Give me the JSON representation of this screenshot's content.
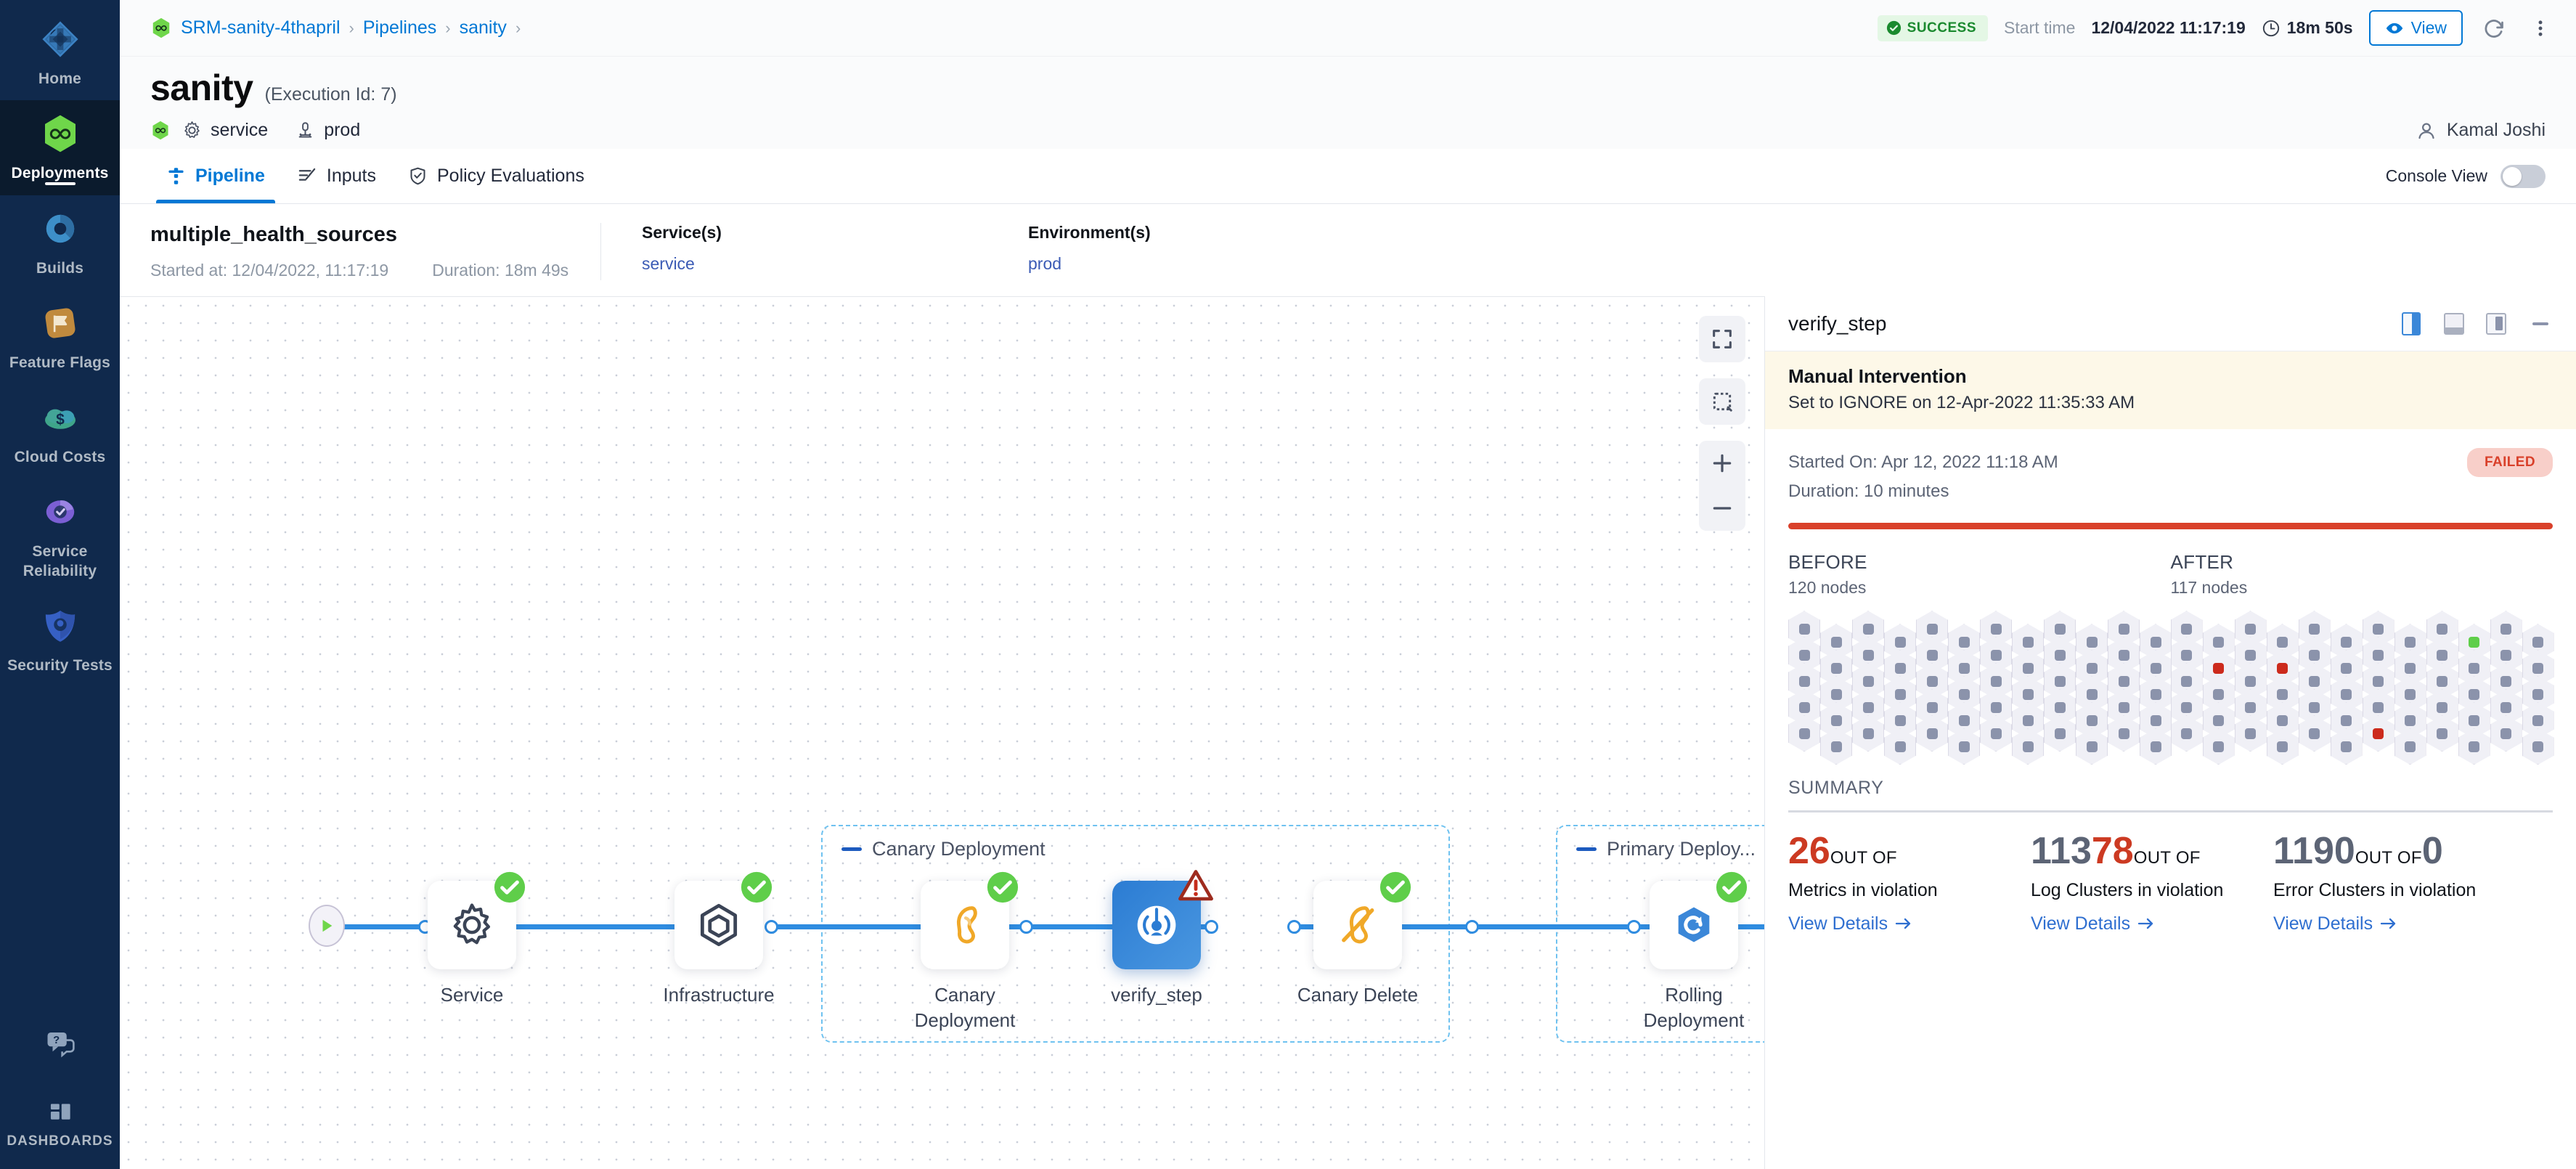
{
  "sidebar": {
    "items": [
      {
        "label": "Home",
        "icon": "home-diamond-icon",
        "active": false
      },
      {
        "label": "Deployments",
        "icon": "deployments-infinity-icon",
        "active": true
      },
      {
        "label": "Builds",
        "icon": "builds-icon",
        "active": false
      },
      {
        "label": "Feature Flags",
        "icon": "feature-flags-icon",
        "active": false
      },
      {
        "label": "Cloud Costs",
        "icon": "cloud-costs-icon",
        "active": false
      },
      {
        "label": "Service Reliability",
        "icon": "service-reliability-icon",
        "active": false
      },
      {
        "label": "Security Tests",
        "icon": "security-tests-shield-icon",
        "active": false
      },
      {
        "label": "",
        "icon": "help-chat-icon",
        "active": false
      },
      {
        "label": "DASHBOARDS",
        "icon": "dashboards-grid-icon",
        "active": false
      }
    ]
  },
  "topbar": {
    "breadcrumbs": [
      "SRM-sanity-4thapril",
      "Pipelines",
      "sanity"
    ],
    "status_badge": "SUCCESS",
    "start_time_label": "Start time",
    "start_time_value": "12/04/2022 11:17:19",
    "duration": "18m 50s",
    "view_button": "View",
    "refresh_icon": "refresh-icon",
    "more_icon": "more-vertical-icon"
  },
  "header": {
    "title": "sanity",
    "execution_id": "(Execution Id: 7)",
    "service_chip": "service",
    "environment_chip": "prod",
    "user": "Kamal Joshi"
  },
  "tabs": [
    {
      "label": "Pipeline",
      "icon": "pipeline-icon",
      "active": true
    },
    {
      "label": "Inputs",
      "icon": "inputs-icon",
      "active": false
    },
    {
      "label": "Policy Evaluations",
      "icon": "policy-shield-check-icon",
      "active": false
    }
  ],
  "console_view": {
    "label": "Console View",
    "on": false
  },
  "infobar": {
    "pipeline_name": "multiple_health_sources",
    "started_at": "Started at: 12/04/2022, 11:17:19",
    "duration": "Duration: 18m 49s",
    "services_header": "Service(s)",
    "services_value": "service",
    "environments_header": "Environment(s)",
    "environments_value": "prod"
  },
  "canvas": {
    "zoom_tools": [
      "fullscreen-icon",
      "select-area-icon",
      "zoom-in-icon",
      "zoom-out-icon"
    ],
    "groups": [
      {
        "label": "Canary Deployment"
      },
      {
        "label": "Primary Deploy..."
      }
    ],
    "nodes": [
      {
        "label": "Service",
        "status": "success",
        "icon": "gear-icon",
        "selected": false
      },
      {
        "label": "Infrastructure",
        "status": "success",
        "icon": "infrastructure-hex-icon",
        "selected": false
      },
      {
        "label": "Canary Deployment",
        "status": "success",
        "icon": "canary-bird-icon",
        "selected": false
      },
      {
        "label": "verify_step",
        "status": "warning",
        "icon": "verify-icon",
        "selected": true
      },
      {
        "label": "Canary Delete",
        "status": "success",
        "icon": "canary-delete-icon",
        "selected": false
      },
      {
        "label": "Rolling Deployment",
        "status": "success",
        "icon": "rolling-deployment-icon",
        "selected": false
      }
    ]
  },
  "panel": {
    "title": "verify_step",
    "layout_icons": [
      "panel-split-icon",
      "panel-bottom-icon",
      "panel-right-icon",
      "minimize-icon"
    ],
    "banner_title": "Manual Intervention",
    "banner_subtitle": "Set to IGNORE on 12-Apr-2022 11:35:33 AM",
    "started_on": "Started On: Apr 12, 2022 11:18 AM",
    "duration": "Duration: 10 minutes",
    "status": "FAILED",
    "before": {
      "header": "BEFORE",
      "nodes": "120 nodes"
    },
    "after": {
      "header": "AFTER",
      "nodes": "117 nodes"
    },
    "summary_header": "SUMMARY",
    "summary": [
      {
        "count": "26",
        "count_color": "red",
        "total": "",
        "out_of": "OUT OF",
        "text": "Metrics in violation",
        "link": "View Details"
      },
      {
        "count": "113",
        "count_color": "gray",
        "total": "78",
        "out_of": "OUT OF",
        "text": "Log Clusters in violation",
        "link": "View Details"
      },
      {
        "count": "1190",
        "count_color": "gray",
        "total": "0",
        "out_of": "OUT OF",
        "text": "Error Clusters in violation",
        "link": "View Details"
      }
    ]
  },
  "colors": {
    "accent_blue": "#0278d5",
    "success_green": "#5fce4a",
    "failed_red": "#d9402a",
    "sidebar_bg": "#10294c",
    "node_red": "#cc2a1c"
  }
}
